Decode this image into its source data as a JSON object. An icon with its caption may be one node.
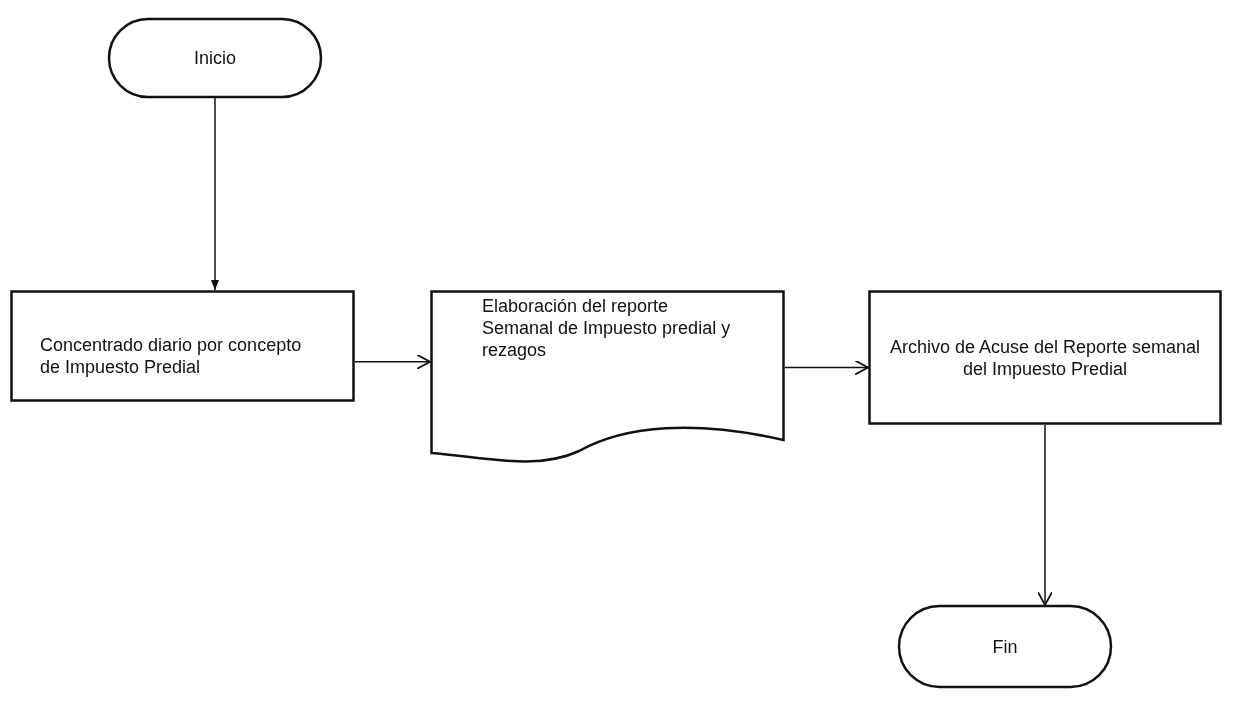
{
  "diagram": {
    "nodes": [
      {
        "text": [
          "Inicio"
        ]
      },
      {
        "text": [
          "Concentrado diario por concepto de Impuesto Predial"
        ]
      },
      {
        "text": [
          "Elaboración del reporte Semanal de Impuesto predial y rezagos"
        ]
      },
      {
        "text": [
          "Archivo de Acuse del Reporte semanal del Impuesto Predial"
        ]
      },
      {
        "text": [
          "Fin"
        ]
      }
    ],
    "edges": [
      {
        "from": 0,
        "to": 1,
        "arrow": "to"
      },
      {
        "from": 1,
        "to": 2,
        "arrow": "to"
      },
      {
        "from": 2,
        "to": 3,
        "arrow": "to"
      },
      {
        "from": 3,
        "to": 4,
        "arrow": "to"
      }
    ]
  }
}
